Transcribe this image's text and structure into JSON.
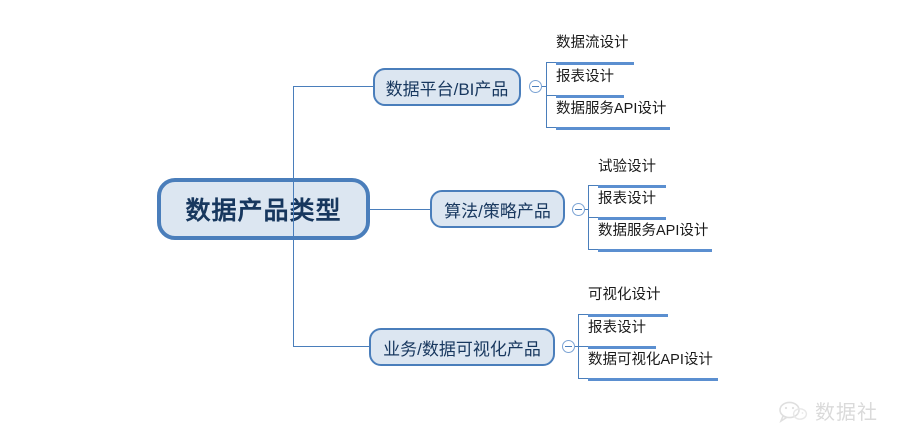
{
  "diagram": {
    "type": "mind-map",
    "title": "数据产品类型",
    "colors": {
      "node_border": "#4a7ebb",
      "node_fill": "#dce6f1",
      "node_text": "#17375e",
      "connector": "#4a7ebb",
      "leaf_bar": "#5b8fd0",
      "leaf_text": "#1a1a1a",
      "background": "#ffffff"
    },
    "root": {
      "label": "数据产品类型"
    },
    "branches": [
      {
        "label": "数据平台/BI产品",
        "toggle": "collapse-minus",
        "leaves": [
          {
            "label": "数据流设计"
          },
          {
            "label": "报表设计"
          },
          {
            "label": "数据服务API设计"
          }
        ]
      },
      {
        "label": "算法/策略产品",
        "toggle": "collapse-minus",
        "leaves": [
          {
            "label": "试验设计"
          },
          {
            "label": "报表设计"
          },
          {
            "label": "数据服务API设计"
          }
        ]
      },
      {
        "label": "业务/数据可视化产品",
        "toggle": "collapse-minus",
        "leaves": [
          {
            "label": "可视化设计"
          },
          {
            "label": "报表设计"
          },
          {
            "label": "数据可视化API设计"
          }
        ]
      }
    ]
  },
  "watermark": {
    "text": "数据社",
    "icon": "chat-bubble-icon"
  }
}
